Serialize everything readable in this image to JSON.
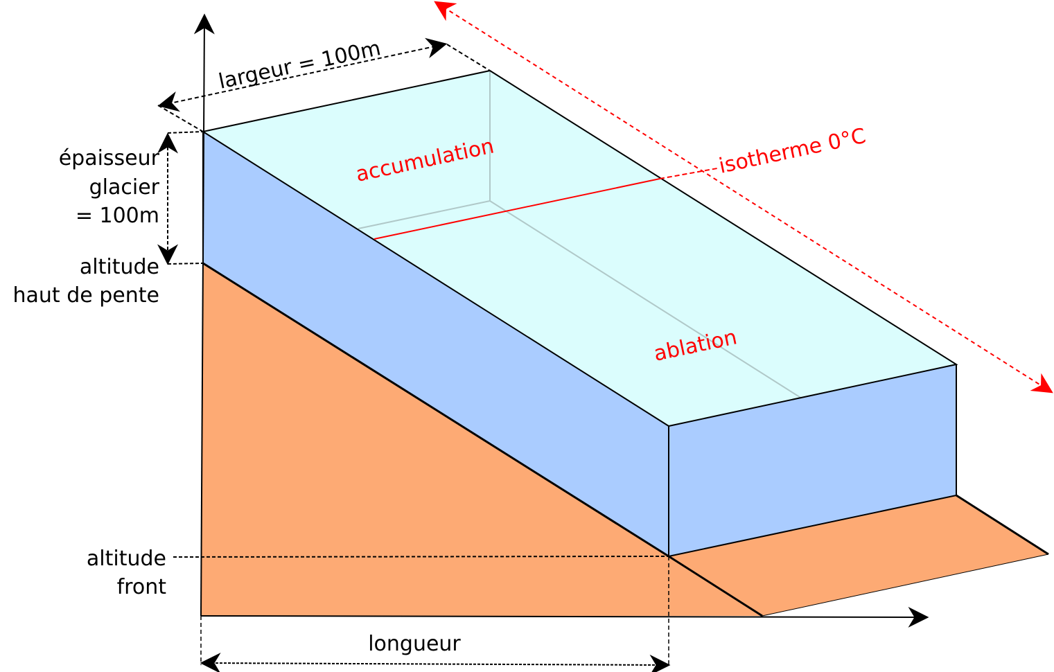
{
  "colors": {
    "ice_top": "#dbfdfd",
    "ice_side": "#aaccff",
    "bedrock": "#fdaa74",
    "outline": "#000000",
    "hidden_edge": "#b0c8c8",
    "isotherm": "#ff0000"
  },
  "labels": {
    "width": "largeur = 100m",
    "thickness_line1": "épaisseur",
    "thickness_line2": "glacier",
    "thickness_line3": "= 100m",
    "top_altitude_line1": "altitude",
    "top_altitude_line2": "haut de pente",
    "front_altitude_line1": "altitude",
    "front_altitude_line2": "front",
    "length": "longueur",
    "accumulation": "accumulation",
    "ablation": "ablation",
    "isotherm": "isotherme 0°C"
  }
}
